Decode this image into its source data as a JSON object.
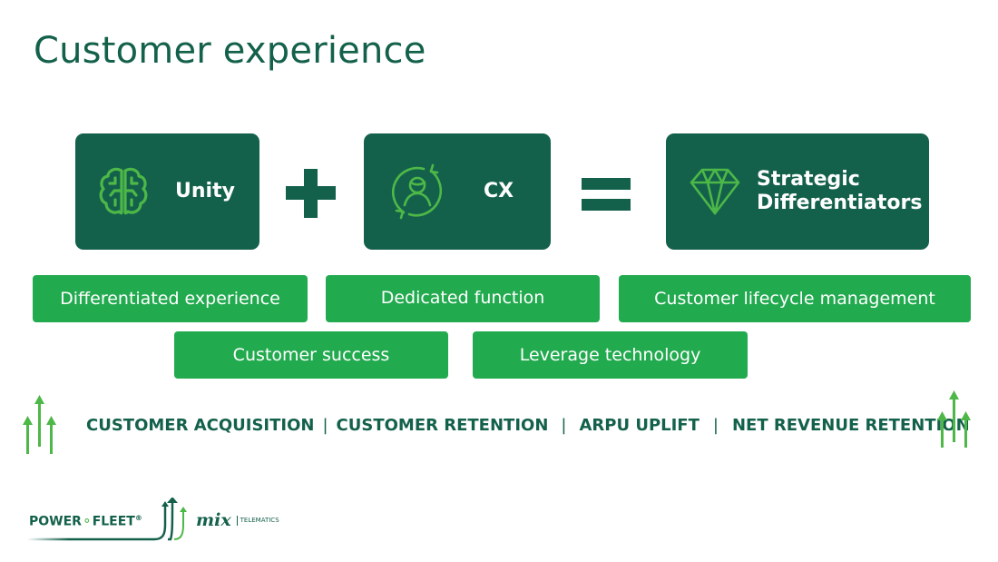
{
  "slide": {
    "title": "Customer experience"
  },
  "equation": {
    "items": [
      {
        "label": "Unity",
        "icon": "brain-icon"
      },
      {
        "label": "CX",
        "icon": "customer-cycle-icon"
      },
      {
        "label_line1": "Strategic",
        "label_line2": "Differentiators",
        "icon": "diamond-icon"
      }
    ],
    "operators": [
      "plus",
      "equals"
    ]
  },
  "pills": {
    "row1": [
      "Differentiated experience",
      "Dedicated function",
      "Customer lifecycle management"
    ],
    "row2": [
      "Customer success",
      "Leverage technology"
    ]
  },
  "metrics": {
    "items": [
      "CUSTOMER ACQUISITION",
      "CUSTOMER RETENTION",
      "ARPU UPLIFT",
      "NET REVENUE RETENTION"
    ],
    "separator": "|"
  },
  "footer": {
    "brand1": "POWER",
    "brand1_b": "FLEET",
    "brand1_reg": "®",
    "brand2": "mix",
    "brand2_sub": "TELEMATICS"
  },
  "colors": {
    "dark_green": "#14614b",
    "bright_green": "#22aa4f",
    "icon_green": "#4db848"
  }
}
